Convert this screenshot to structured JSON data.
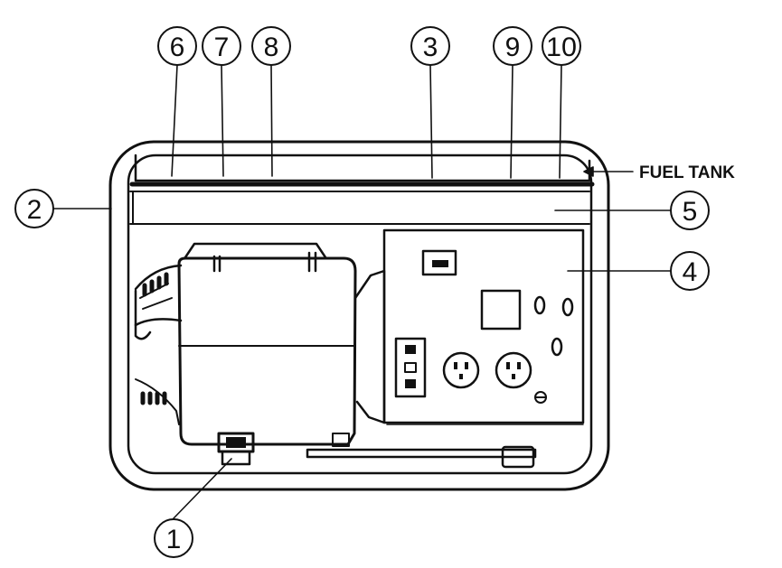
{
  "figure": {
    "callouts": [
      {
        "id": "c1",
        "label": "1"
      },
      {
        "id": "c2",
        "label": "2"
      },
      {
        "id": "c3",
        "label": "3"
      },
      {
        "id": "c4",
        "label": "4"
      },
      {
        "id": "c5",
        "label": "5"
      },
      {
        "id": "c6",
        "label": "6"
      },
      {
        "id": "c7",
        "label": "7"
      },
      {
        "id": "c8",
        "label": "8"
      },
      {
        "id": "c9",
        "label": "9"
      },
      {
        "id": "c10",
        "label": "10"
      }
    ],
    "fuel_tank_label": "FUEL TANK"
  },
  "colors": {
    "ink": "#111111",
    "background": "#ffffff"
  }
}
